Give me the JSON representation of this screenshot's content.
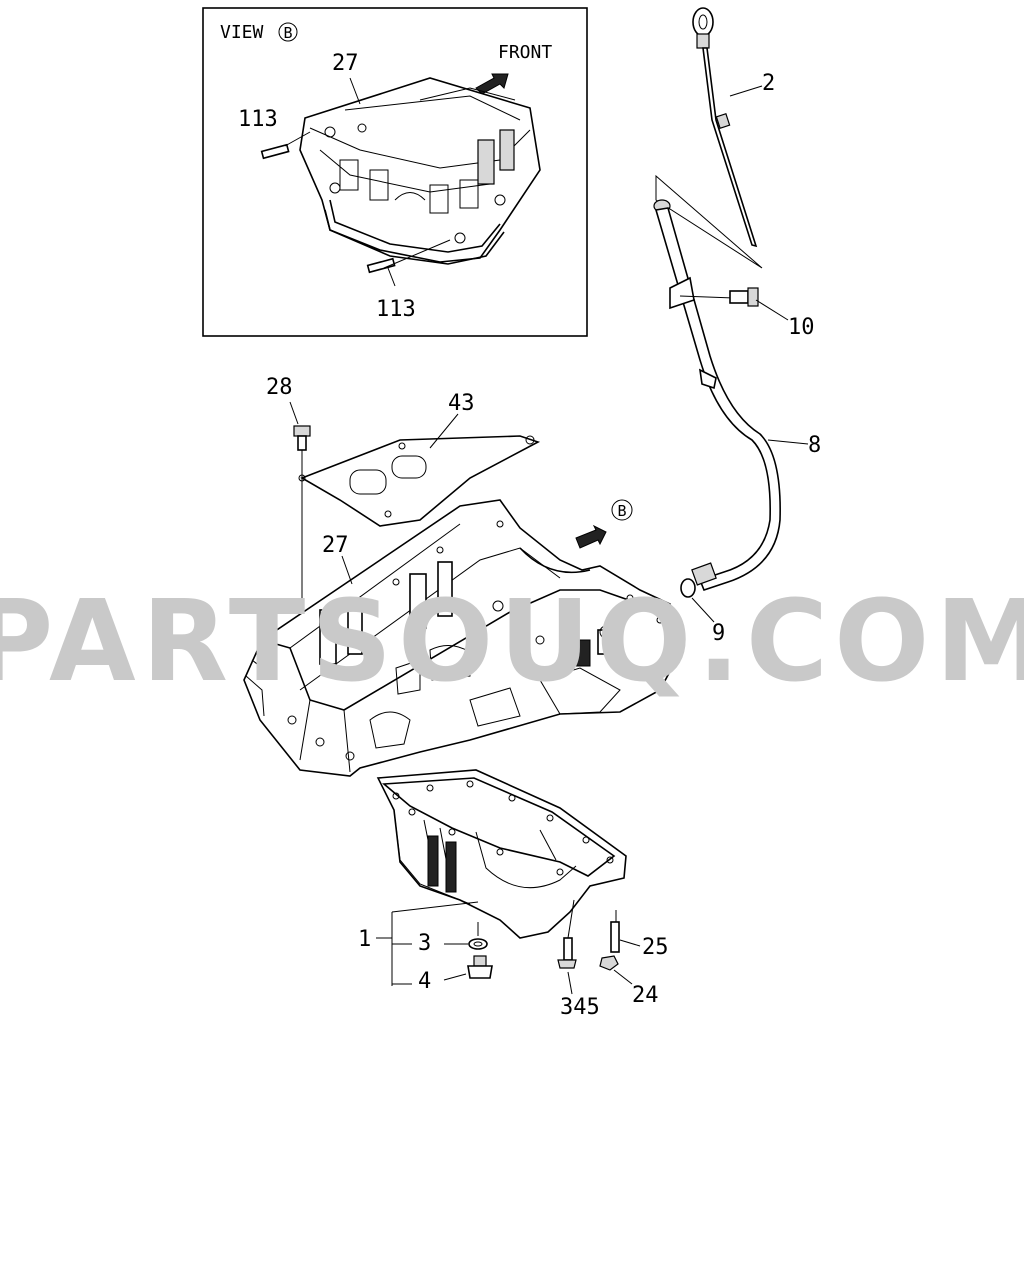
{
  "view_box": {
    "title": "VIEW",
    "view_marker": "B",
    "front_label": "FRONT",
    "callouts": {
      "part_27": "27",
      "part_113_top": "113",
      "part_113_bottom": "113"
    }
  },
  "main": {
    "view_marker": "B",
    "callouts": {
      "part_1": "1",
      "part_2": "2",
      "part_3": "3",
      "part_4": "4",
      "part_8": "8",
      "part_9": "9",
      "part_10": "10",
      "part_24": "24",
      "part_25": "25",
      "part_27": "27",
      "part_28": "28",
      "part_43": "43",
      "part_345": "345"
    }
  },
  "watermark": "PARTSOUQ.COM"
}
